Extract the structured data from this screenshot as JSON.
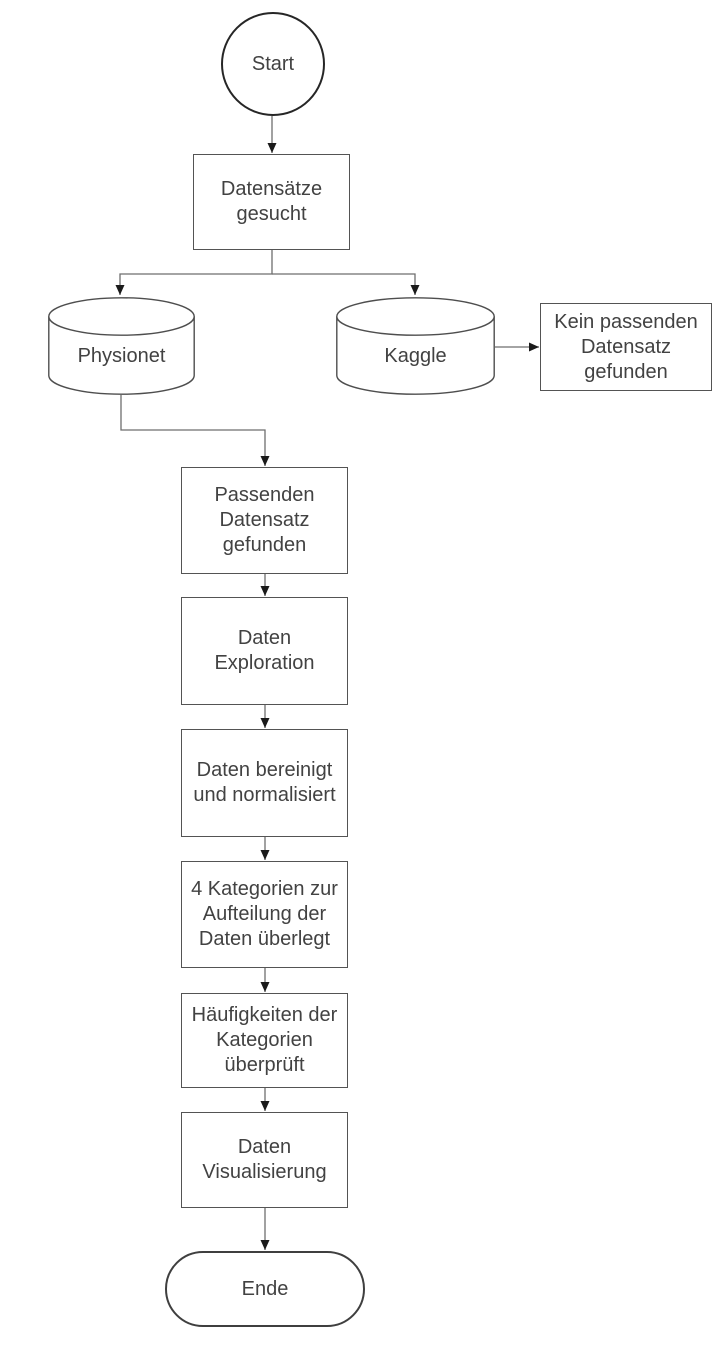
{
  "diagram": {
    "type": "flowchart",
    "background_color": "#ffffff",
    "stroke_color": "#545454",
    "arrow_color": "#1a1a1a",
    "text_color": "#424242",
    "nodes": {
      "start": {
        "shape": "circle",
        "label": "Start"
      },
      "search": {
        "shape": "process",
        "label": "Datensätze\ngesucht"
      },
      "physionet": {
        "shape": "database",
        "label": "Physionet"
      },
      "kaggle": {
        "shape": "database",
        "label": "Kaggle"
      },
      "no_dataset": {
        "shape": "process",
        "label": "Kein passenden\nDatensatz\ngefunden"
      },
      "dataset_found": {
        "shape": "process",
        "label": "Passenden\nDatensatz\ngefunden"
      },
      "exploration": {
        "shape": "process",
        "label": "Daten\nExploration"
      },
      "cleaning": {
        "shape": "process",
        "label": "Daten bereinigt\nund normalisiert"
      },
      "categories": {
        "shape": "process",
        "label": "4 Kategorien zur\nAufteilung der\nDaten überlegt"
      },
      "frequencies": {
        "shape": "process",
        "label": "Häufigkeiten der\nKategorien\nüberprüft"
      },
      "visualization": {
        "shape": "process",
        "label": "Daten\nVisualisierung"
      },
      "end": {
        "shape": "terminator",
        "label": "Ende"
      }
    },
    "edges": [
      {
        "from": "start",
        "to": "search"
      },
      {
        "from": "search",
        "to": "physionet"
      },
      {
        "from": "search",
        "to": "kaggle"
      },
      {
        "from": "kaggle",
        "to": "no_dataset"
      },
      {
        "from": "physionet",
        "to": "dataset_found"
      },
      {
        "from": "dataset_found",
        "to": "exploration"
      },
      {
        "from": "exploration",
        "to": "cleaning"
      },
      {
        "from": "cleaning",
        "to": "categories"
      },
      {
        "from": "categories",
        "to": "frequencies"
      },
      {
        "from": "frequencies",
        "to": "visualization"
      },
      {
        "from": "visualization",
        "to": "end"
      }
    ]
  }
}
